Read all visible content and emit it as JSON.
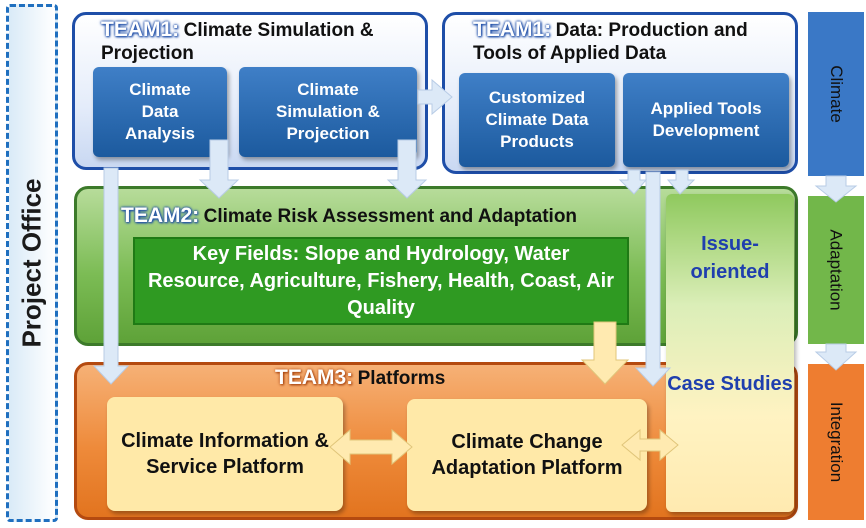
{
  "project_office": "Project Office",
  "team1_left": {
    "team": "TEAM1:",
    "title": "Climate Simulation & Projection",
    "boxes": [
      "Climate Data Analysis",
      "Climate Simulation & Projection"
    ]
  },
  "team1_right": {
    "team": "TEAM1:",
    "title": "Data: Production and Tools of Applied Data",
    "boxes": [
      "Customized Climate Data Products",
      "Applied Tools Development"
    ]
  },
  "team2": {
    "team": "TEAM2:",
    "title": "Climate Risk Assessment and Adaptation",
    "key_fields": "Key Fields: Slope and Hydrology, Water Resource, Agriculture, Fishery, Health, Coast, Air Quality"
  },
  "team3": {
    "team": "TEAM3:",
    "title": "Platforms",
    "platforms": [
      "Climate Information & Service Platform",
      "Climate Change Adaptation Platform"
    ]
  },
  "case_studies": {
    "top": "Issue-oriented",
    "bottom": "Case Studies"
  },
  "side_bar": [
    "Climate",
    "Adaptation",
    "Integration"
  ],
  "colors": {
    "blue": "#2f6fc0",
    "green": "#6fb447",
    "orange": "#ec7d32",
    "arrow": "#dbe8f6"
  }
}
